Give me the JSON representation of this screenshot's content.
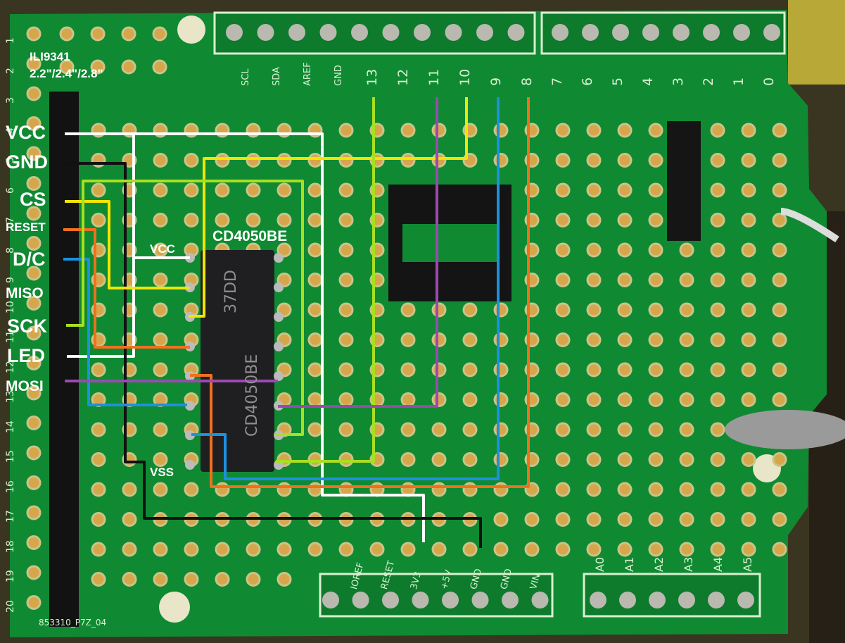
{
  "display": {
    "model": "ILI9341",
    "sizes": "2.2\"/2.4\"/2.8\""
  },
  "chip": {
    "name": "CD4050BE",
    "marking1": "37DD",
    "marking2": "CD4050BE",
    "power_pin": "VCC",
    "ground_pin": "VSS"
  },
  "signals": [
    {
      "name": "VCC",
      "color": "#ffffff"
    },
    {
      "name": "GND",
      "color": "#111111"
    },
    {
      "name": "CS",
      "color": "#f2e600"
    },
    {
      "name": "RESET",
      "color": "#f07020"
    },
    {
      "name": "D/C",
      "color": "#1e90e0"
    },
    {
      "name": "MISO",
      "color": "#ffffff"
    },
    {
      "name": "SCK",
      "color": "#a8e020"
    },
    {
      "name": "LED",
      "color": "#ffffff"
    },
    {
      "name": "MOSI",
      "color": "#9b49b0"
    }
  ],
  "digital_headers": [
    "SCL",
    "SDA",
    "AREF",
    "GND",
    "13",
    "12",
    "11",
    "10",
    "9",
    "8",
    "7",
    "6",
    "5",
    "4",
    "3",
    "2",
    "1",
    "0"
  ],
  "power_headers": [
    "IOREF",
    "RESET",
    "3V3",
    "+5V",
    "GND",
    "GND",
    "VIN"
  ],
  "analog_headers": [
    "A0",
    "A1",
    "A2",
    "A3",
    "A4",
    "A5"
  ],
  "row_numbers": [
    "1",
    "2",
    "3",
    "4",
    "5",
    "6",
    "7",
    "8",
    "9",
    "10",
    "11",
    "12",
    "13",
    "14",
    "15",
    "16",
    "17",
    "18",
    "19",
    "20"
  ],
  "board_code": "853310_P7Z_04"
}
